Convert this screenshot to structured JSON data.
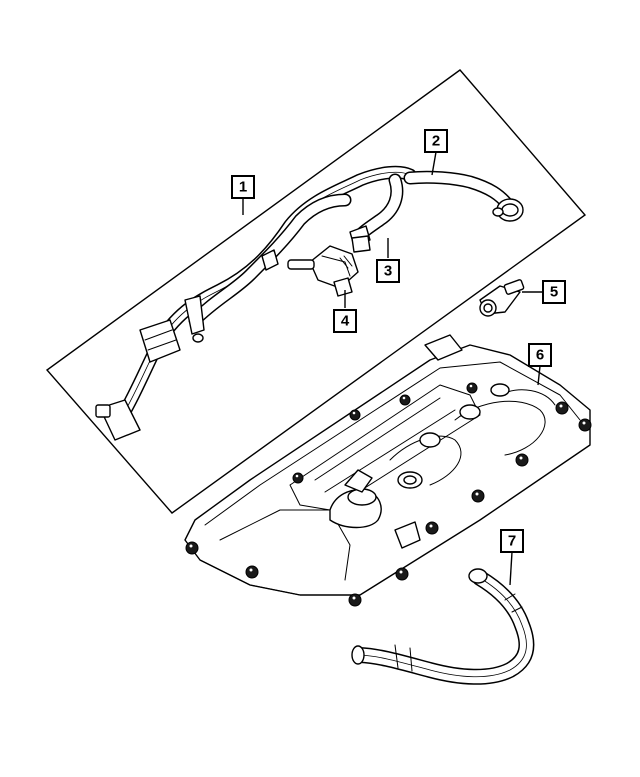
{
  "callouts": [
    {
      "label": "1"
    },
    {
      "label": "2"
    },
    {
      "label": "3"
    },
    {
      "label": "4"
    },
    {
      "label": "5"
    },
    {
      "label": "6"
    },
    {
      "label": "7"
    }
  ],
  "colors": {
    "line": "#000000",
    "background": "#ffffff",
    "bolt": "#1a1a1a"
  },
  "parts": [
    {
      "id": "1",
      "name": "hose-harness"
    },
    {
      "id": "2",
      "name": "ventilation-hose"
    },
    {
      "id": "3",
      "name": "tube"
    },
    {
      "id": "4",
      "name": "pcv-valve"
    },
    {
      "id": "5",
      "name": "sensor"
    },
    {
      "id": "6",
      "name": "cylinder-head-cover"
    },
    {
      "id": "7",
      "name": "breather-hose"
    }
  ]
}
